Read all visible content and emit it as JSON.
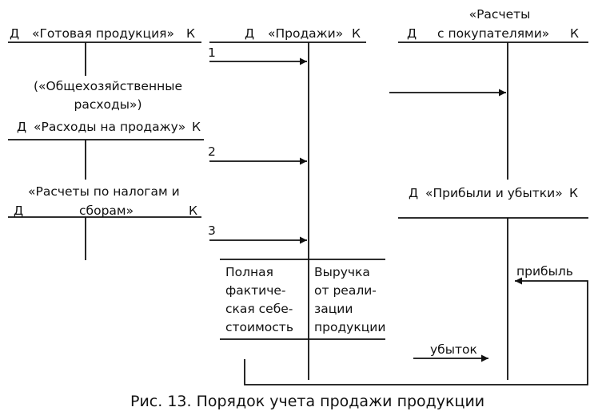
{
  "accounts": {
    "finished_goods": {
      "debit": "Д",
      "title": "«Готовая продукция»",
      "credit": "К"
    },
    "sales": {
      "debit": "Д",
      "title": "«Продажи»",
      "credit": "К"
    },
    "customers": {
      "title_line1": "«Расчеты",
      "debit": "Д",
      "title_line2": "с покупателями»",
      "credit": "К"
    },
    "general_expenses": {
      "line1": "(«Общехозяйственные",
      "line2": "расходы»)"
    },
    "selling_expenses": {
      "debit": "Д",
      "title": "«Расходы на продажу»",
      "credit": "К"
    },
    "taxes": {
      "title_line1": "«Расчеты по налогам и",
      "debit": "Д",
      "title_line2": "сборам»",
      "credit": "К"
    },
    "profit_loss": {
      "debit": "Д",
      "title": "«Прибыли и убытки»",
      "credit": "К"
    }
  },
  "arrows": {
    "n1": "1",
    "n2": "2",
    "n3": "3"
  },
  "sales_box": {
    "left": [
      "Полная",
      "фактиче-",
      "ская себе-",
      "стоимость"
    ],
    "right": [
      "Выручка",
      "от реали-",
      "зации",
      "продукции"
    ]
  },
  "result_labels": {
    "profit": "прибыль",
    "loss": "убыток"
  },
  "caption": "Рис. 13. Порядок учета продажи продукции"
}
